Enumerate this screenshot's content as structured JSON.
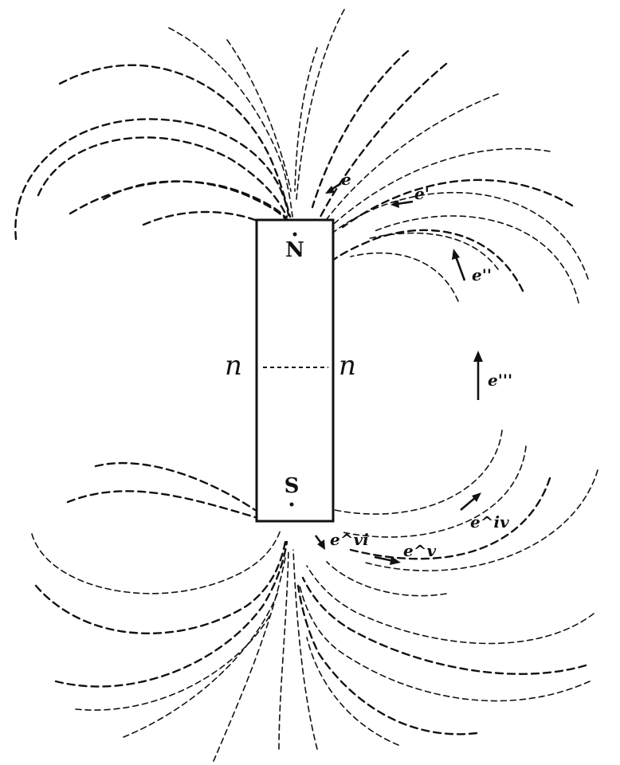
{
  "magnet": {
    "north_label": "N",
    "south_label": "S",
    "neutral_left_label": "n",
    "neutral_right_label": "n"
  },
  "field_labels": {
    "e": "e",
    "e1": "e'",
    "e2": "e''",
    "e3": "e'''",
    "e4": "e^iv",
    "e5": "e^v",
    "e6": "e^vi"
  }
}
